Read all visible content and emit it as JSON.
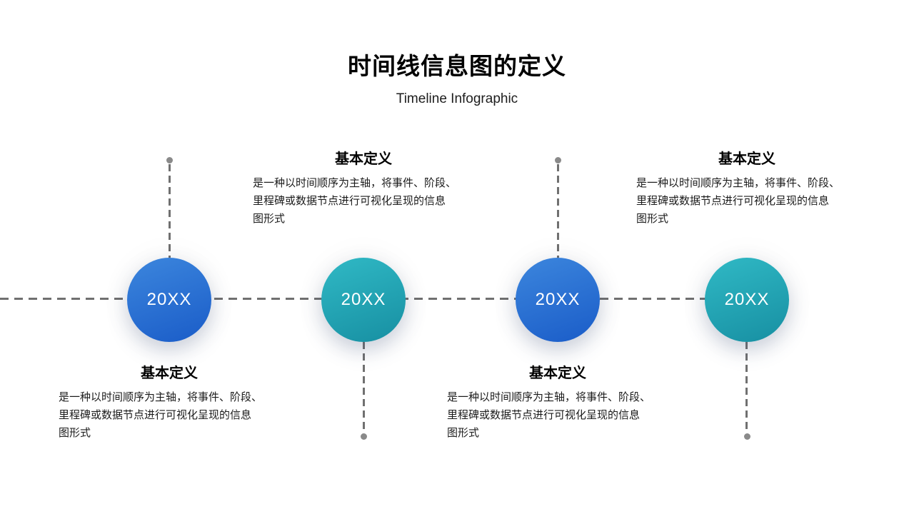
{
  "slide": {
    "title": "时间线信息图的定义",
    "subtitle": "Timeline Infographic"
  },
  "colors": {
    "blue_start": "#3c86dd",
    "blue_end": "#1a5cc8",
    "teal_start": "#30b9c5",
    "teal_end": "#178fa2",
    "dash": "#707070",
    "dot": "#8a8a8a"
  },
  "timeline": {
    "nodes": [
      {
        "year": "20XX",
        "color": "blue",
        "text_position": "below",
        "heading": "基本定义",
        "body": "是一种以时间顺序为主轴，将事件、阶段、\n里程碑或数据节点进行可视化呈现的信息\n图形式"
      },
      {
        "year": "20XX",
        "color": "teal",
        "text_position": "above",
        "heading": "基本定义",
        "body": "是一种以时间顺序为主轴，将事件、阶段、\n里程碑或数据节点进行可视化呈现的信息\n图形式"
      },
      {
        "year": "20XX",
        "color": "blue",
        "text_position": "below",
        "heading": "基本定义",
        "body": "是一种以时间顺序为主轴，将事件、阶段、\n里程碑或数据节点进行可视化呈现的信息\n图形式"
      },
      {
        "year": "20XX",
        "color": "teal",
        "text_position": "above",
        "heading": "基本定义",
        "body": "是一种以时间顺序为主轴，将事件、阶段、\n里程碑或数据节点进行可视化呈现的信息\n图形式"
      }
    ]
  }
}
